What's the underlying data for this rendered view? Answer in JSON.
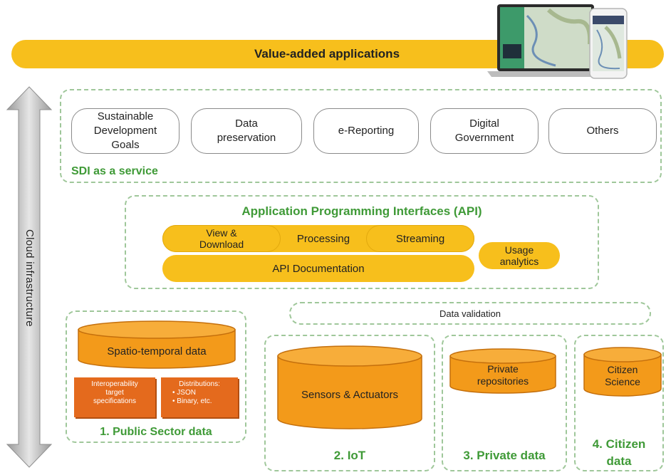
{
  "banner": {
    "label": "Value-added applications"
  },
  "cloud": {
    "label": "Cloud infrastructure"
  },
  "sdi": {
    "label": "SDI as a service",
    "items": [
      "Sustainable\nDevelopment\nGoals",
      "Data\npreservation",
      "e-Reporting",
      "Digital\nGovernment",
      "Others"
    ]
  },
  "api": {
    "title": "Application Programming Interfaces (API)",
    "view_download": "View &\nDownload",
    "processing": "Processing",
    "streaming": "Streaming",
    "documentation": "API Documentation",
    "usage": "Usage\nanalytics"
  },
  "validation": {
    "label": "Data validation"
  },
  "public": {
    "cylinder": "Spatio-temporal data",
    "box1": "Interoperability\ntarget\nspecifications",
    "box2_title": "Distributions:",
    "box2_items": [
      "JSON",
      "Binary, etc."
    ],
    "label": "1. Public Sector data"
  },
  "iot": {
    "cylinder": "Sensors & Actuators",
    "label": "2. IoT"
  },
  "private": {
    "cylinder": "Private\nrepositories",
    "label": "3. Private data"
  },
  "citizen": {
    "cylinder": "Citizen\nScience",
    "label": "4. Citizen\ndata"
  },
  "colors": {
    "yellow": "#f7bf1c",
    "orange": "#f39a1a",
    "orange_dark": "#e46a1d",
    "green": "#3f9a37",
    "dashed": "#9fc79a"
  }
}
